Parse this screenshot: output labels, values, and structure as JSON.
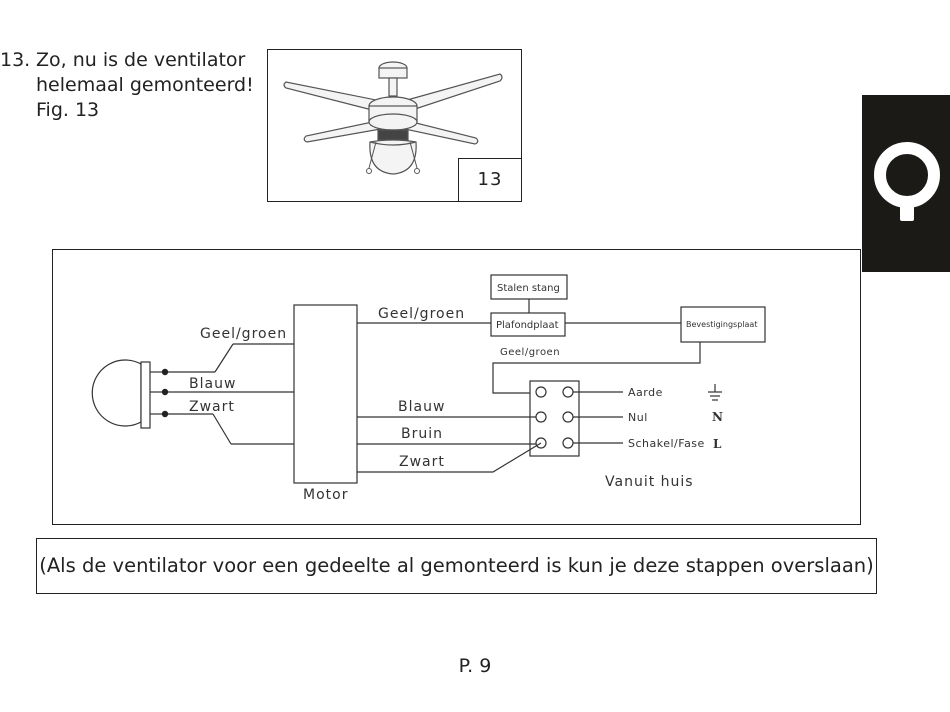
{
  "step": {
    "number": "13.",
    "lines": [
      "Zo, nu is de ventilator",
      "helemaal gemonteerd!",
      "Fig. 13"
    ]
  },
  "figure": {
    "label": "13",
    "icon": "ceiling-fan-illustration"
  },
  "language_tab": {
    "icon": "language-badge-icon",
    "color": "#1c1a17"
  },
  "wiring": {
    "boxes": {
      "motor": "Motor",
      "steel_rod": "Stalen stang",
      "ceiling_plate": "Plafondplaat",
      "mounting_plate": "Bevestigingsplaat"
    },
    "wires": {
      "geel_groen_left": "Geel/groen",
      "blauw_left": "Blauw",
      "zwart_left": "Zwart",
      "geel_groen_top": "Geel/groen",
      "geel_groen_small": "Geel/groen",
      "blauw_right": "Blauw",
      "bruin_right": "Bruin",
      "zwart_right": "Zwart"
    },
    "terminals": {
      "aarde": "Aarde",
      "nul": "Nul",
      "schakel_fase": "Schakel/Fase",
      "n_symbol": "N",
      "l_symbol": "L",
      "earth_icon": "earth-ground-icon"
    },
    "from_house": "Vanuit huis"
  },
  "notice": "(Als de ventilator voor een gedeelte al gemonteerd is kun je deze stappen overslaan)",
  "page_number": "P. 9"
}
